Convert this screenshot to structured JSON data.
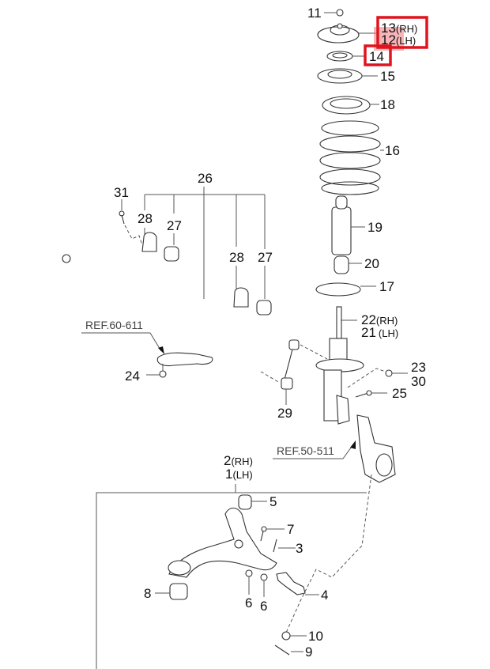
{
  "diagram": {
    "title": "Front Suspension Assembly",
    "highlight_color": "#e0141e",
    "callouts": [
      {
        "id": "c11",
        "label": "11"
      },
      {
        "id": "c13",
        "label": "13",
        "suffix": "(RH)"
      },
      {
        "id": "c12",
        "label": "12",
        "suffix": "(LH)"
      },
      {
        "id": "c14",
        "label": "14"
      },
      {
        "id": "c15",
        "label": "15"
      },
      {
        "id": "c18",
        "label": "18"
      },
      {
        "id": "c16",
        "label": "16"
      },
      {
        "id": "c19",
        "label": "19"
      },
      {
        "id": "c20",
        "label": "20"
      },
      {
        "id": "c17",
        "label": "17"
      },
      {
        "id": "c22",
        "label": "22",
        "suffix": "(RH)"
      },
      {
        "id": "c21",
        "label": "21",
        "suffix": "(LH)"
      },
      {
        "id": "c23",
        "label": "23"
      },
      {
        "id": "c30",
        "label": "30"
      },
      {
        "id": "c25",
        "label": "25"
      },
      {
        "id": "c26",
        "label": "26"
      },
      {
        "id": "c31",
        "label": "31"
      },
      {
        "id": "c28a",
        "label": "28"
      },
      {
        "id": "c27a",
        "label": "27"
      },
      {
        "id": "c28b",
        "label": "28"
      },
      {
        "id": "c27b",
        "label": "27"
      },
      {
        "id": "c24",
        "label": "24"
      },
      {
        "id": "c29",
        "label": "29"
      },
      {
        "id": "c2",
        "label": "2",
        "suffix": "(RH)"
      },
      {
        "id": "c1",
        "label": "1",
        "suffix": "(LH)"
      },
      {
        "id": "c5",
        "label": "5"
      },
      {
        "id": "c7",
        "label": "7"
      },
      {
        "id": "c3",
        "label": "3"
      },
      {
        "id": "c8",
        "label": "8"
      },
      {
        "id": "c6a",
        "label": "6"
      },
      {
        "id": "c6b",
        "label": "6"
      },
      {
        "id": "c4",
        "label": "4"
      },
      {
        "id": "c10",
        "label": "10"
      },
      {
        "id": "c9",
        "label": "9"
      }
    ],
    "references": [
      {
        "id": "ref60",
        "label": "REF.60-611"
      },
      {
        "id": "ref50",
        "label": "REF.50-511"
      }
    ],
    "highlighted": [
      "13 (RH) / 12 (LH)",
      "14"
    ]
  }
}
